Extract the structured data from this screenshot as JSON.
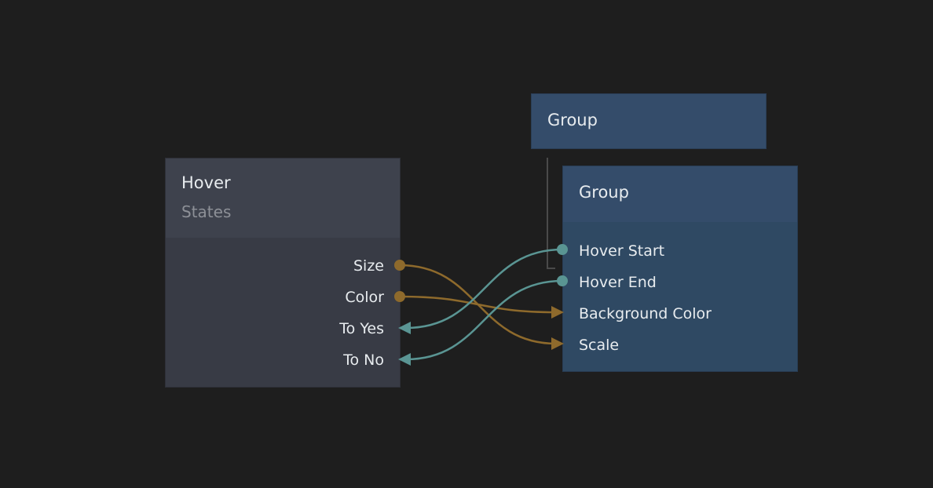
{
  "colors": {
    "signal": "#5a9593",
    "value": "#8e6a2c",
    "canvas": "#1e1e1e",
    "visual_node": "#344c6a",
    "logic_node": "#3e424d"
  },
  "hover_node": {
    "title": "Hover",
    "subtitle": "States",
    "ports": [
      {
        "label": "Size",
        "kind": "value",
        "direction": "output"
      },
      {
        "label": "Color",
        "kind": "value",
        "direction": "output"
      },
      {
        "label": "To Yes",
        "kind": "signal",
        "direction": "input"
      },
      {
        "label": "To No",
        "kind": "signal",
        "direction": "input"
      }
    ]
  },
  "group_parent": {
    "title": "Group"
  },
  "group_child": {
    "title": "Group",
    "ports": [
      {
        "label": "Hover Start",
        "kind": "signal",
        "direction": "output"
      },
      {
        "label": "Hover End",
        "kind": "signal",
        "direction": "output"
      },
      {
        "label": "Background Color",
        "kind": "value",
        "direction": "input"
      },
      {
        "label": "Scale",
        "kind": "value",
        "direction": "input"
      }
    ]
  },
  "connections": [
    {
      "from": "Size",
      "to": "Scale",
      "kind": "value"
    },
    {
      "from": "Color",
      "to": "Background Color",
      "kind": "value"
    },
    {
      "from": "Hover Start",
      "to": "To Yes",
      "kind": "signal"
    },
    {
      "from": "Hover End",
      "to": "To No",
      "kind": "signal"
    }
  ]
}
